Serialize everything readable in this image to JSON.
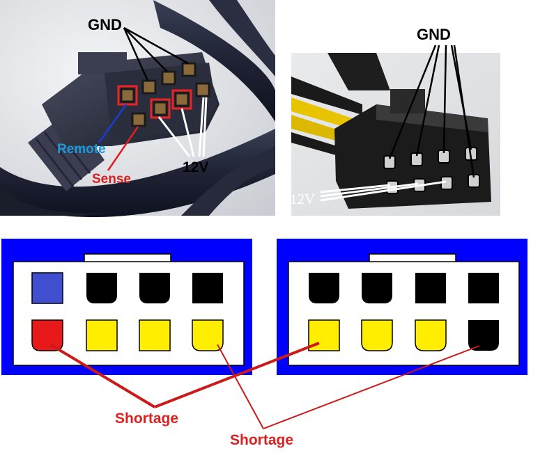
{
  "photo_left": {
    "gnd_label": "GND",
    "remote_label": "Remote",
    "sense_label": "Sense",
    "v12_label": "12V"
  },
  "photo_right": {
    "gnd_label": "GND",
    "v12_label": "12V"
  },
  "diagram_left": {
    "top_row": [
      "blue-square",
      "black-rounded",
      "black-rounded",
      "black-square"
    ],
    "bottom_row": [
      "red-rounded",
      "yellow-square",
      "yellow-square",
      "yellow-rounded"
    ]
  },
  "diagram_right": {
    "top_row": [
      "black-rounded",
      "black-rounded",
      "black-square",
      "black-square"
    ],
    "bottom_row": [
      "yellow-square",
      "yellow-rounded",
      "yellow-rounded",
      "black-rounded"
    ]
  },
  "shortage_labels": [
    "Shortage",
    "Shortage"
  ],
  "colors": {
    "frame_blue": "#0000ff",
    "pin_blue": "#3f4fcf",
    "pin_red": "#e8191b",
    "pin_yellow": "#ffee00",
    "pin_black": "#000000",
    "annotation_red": "#cc1a1a",
    "remote_text": "#1a9ad6",
    "sense_text": "#d62020"
  }
}
